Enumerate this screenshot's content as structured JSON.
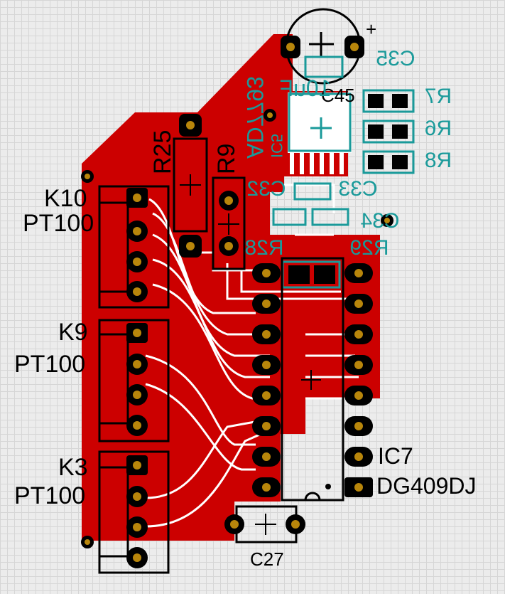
{
  "labels": {
    "k10": "K10",
    "k10_type": "PT100",
    "k9": "K9",
    "k9_type": "PT100",
    "k3": "K3",
    "k3_type": "PT100",
    "r25": "R25",
    "r9": "R9",
    "ic7": "IC7",
    "ic7_part": "DG409DJ",
    "c27": "C27",
    "c45": "C45",
    "plus": "+"
  },
  "mirrored_labels": {
    "c35": "C35",
    "c33": "C33",
    "c32": "C32",
    "c34": "C34",
    "r28": "R28",
    "r29": "R29",
    "r7": "R7",
    "r6": "R6",
    "r8": "R8",
    "ic5": "IC5",
    "ad7793": "AD7793",
    "cap_value": "10uF"
  },
  "colors": {
    "copper": "#cc0000",
    "silkscreen": "#000000",
    "bottom_silk": "#1a9a9a",
    "pad_hole": "#b8860b",
    "trace_outline": "#ffffff"
  }
}
